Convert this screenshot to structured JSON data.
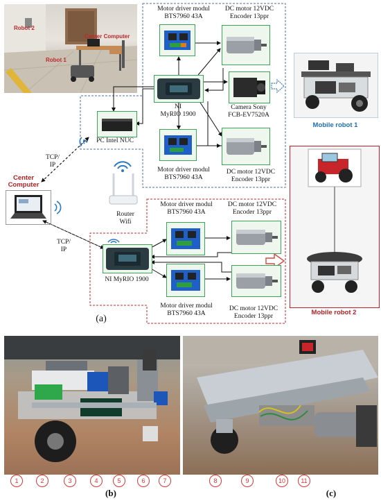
{
  "photo_room": {
    "label_robot2": "Robot 2",
    "label_center": "Center Computer",
    "label_robot1": "Robot 1"
  },
  "motor_drivers": {
    "r1_top": [
      "Motor driver modul",
      "BTS7960 43A"
    ],
    "r1_bottom": [
      "Motor driver modul",
      "BTS7960 43A"
    ],
    "r2_top": [
      "Motor driver modul",
      "BTS7960 43A"
    ],
    "r2_bottom": [
      "Motor driver modul",
      "BTS7960 43A"
    ]
  },
  "dc_motors": {
    "r1_top": [
      "DC motor 12VDC",
      "Encoder 13ppr"
    ],
    "r1_bottom": [
      "DC motor 12VDC",
      "Encoder 13ppr"
    ],
    "r2_top": [
      "DC motor 12VDC",
      "Encoder 13ppr"
    ],
    "r2_bottom": [
      "DC motor 12VDC",
      "Encoder 13ppr"
    ]
  },
  "myrio_r1": [
    "NI",
    "MyRIO 1900"
  ],
  "myrio_r2": "NI MyRIO 1900",
  "camera": [
    "Camera Sony",
    "FCB-EV7520A"
  ],
  "nuc": "PC Intel NUC",
  "tcpip_1": [
    "TCP/",
    "IP"
  ],
  "tcpip_2": [
    "TCP/",
    "IP"
  ],
  "center_computer": [
    "Center",
    "Computer"
  ],
  "router": [
    "Router",
    "Wifi"
  ],
  "mobile_robot_1": "Mobile robot 1",
  "mobile_robot_2": "Mobile robot 2",
  "caption_a": "(a)",
  "caption_b": "(b)",
  "caption_c": "(c)",
  "numbers_b": [
    "1",
    "2",
    "3",
    "4",
    "5",
    "6",
    "7"
  ],
  "numbers_c": [
    "8",
    "9",
    "10",
    "11"
  ],
  "colors": {
    "green_frame": "#3aa655",
    "dash_blue": "#4a6fa5",
    "dash_red": "#c0282d",
    "arrow_red": "#d8463f",
    "arrow_blue": "#4a7fc1"
  }
}
